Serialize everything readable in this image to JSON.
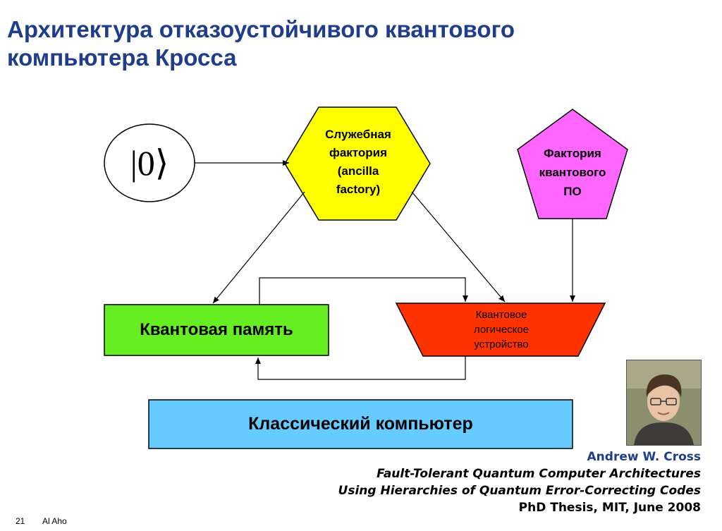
{
  "title": {
    "line1": "Архитектура отказоустойчивого квантового",
    "line2": "компьютера Кросса"
  },
  "diagram": {
    "ket_state": "|0⟩",
    "ancilla_factory": {
      "line1": "Служебная",
      "line2": "фактория",
      "line3": "(ancilla",
      "line4": "factory)"
    },
    "software_factory": {
      "line1": "Фактория",
      "line2": "квантового",
      "line3": "ПО"
    },
    "quantum_memory": "Квантовая память",
    "logic_unit": {
      "line1": "Квантовое",
      "line2": "логическое",
      "line3": "устройство"
    },
    "classical_computer": "Классический компьютер"
  },
  "citation": {
    "author": "Andrew W. Cross",
    "title_line1": "Fault-Tolerant Quantum Computer Architectures",
    "title_line2": "Using Hierarchies of Quantum Error-Correcting Codes",
    "venue": "PhD Thesis, MIT, June 2008"
  },
  "footer": {
    "slide_number": "21",
    "author": "Al Aho"
  },
  "colors": {
    "title": "#1f3d8c",
    "ancilla_fill": "#ffff00",
    "software_fill": "#ff66ff",
    "memory_fill": "#66ee22",
    "logic_fill": "#ff3300",
    "classical_fill": "#66ccff"
  },
  "icons": {
    "photo": "portrait-photo"
  }
}
